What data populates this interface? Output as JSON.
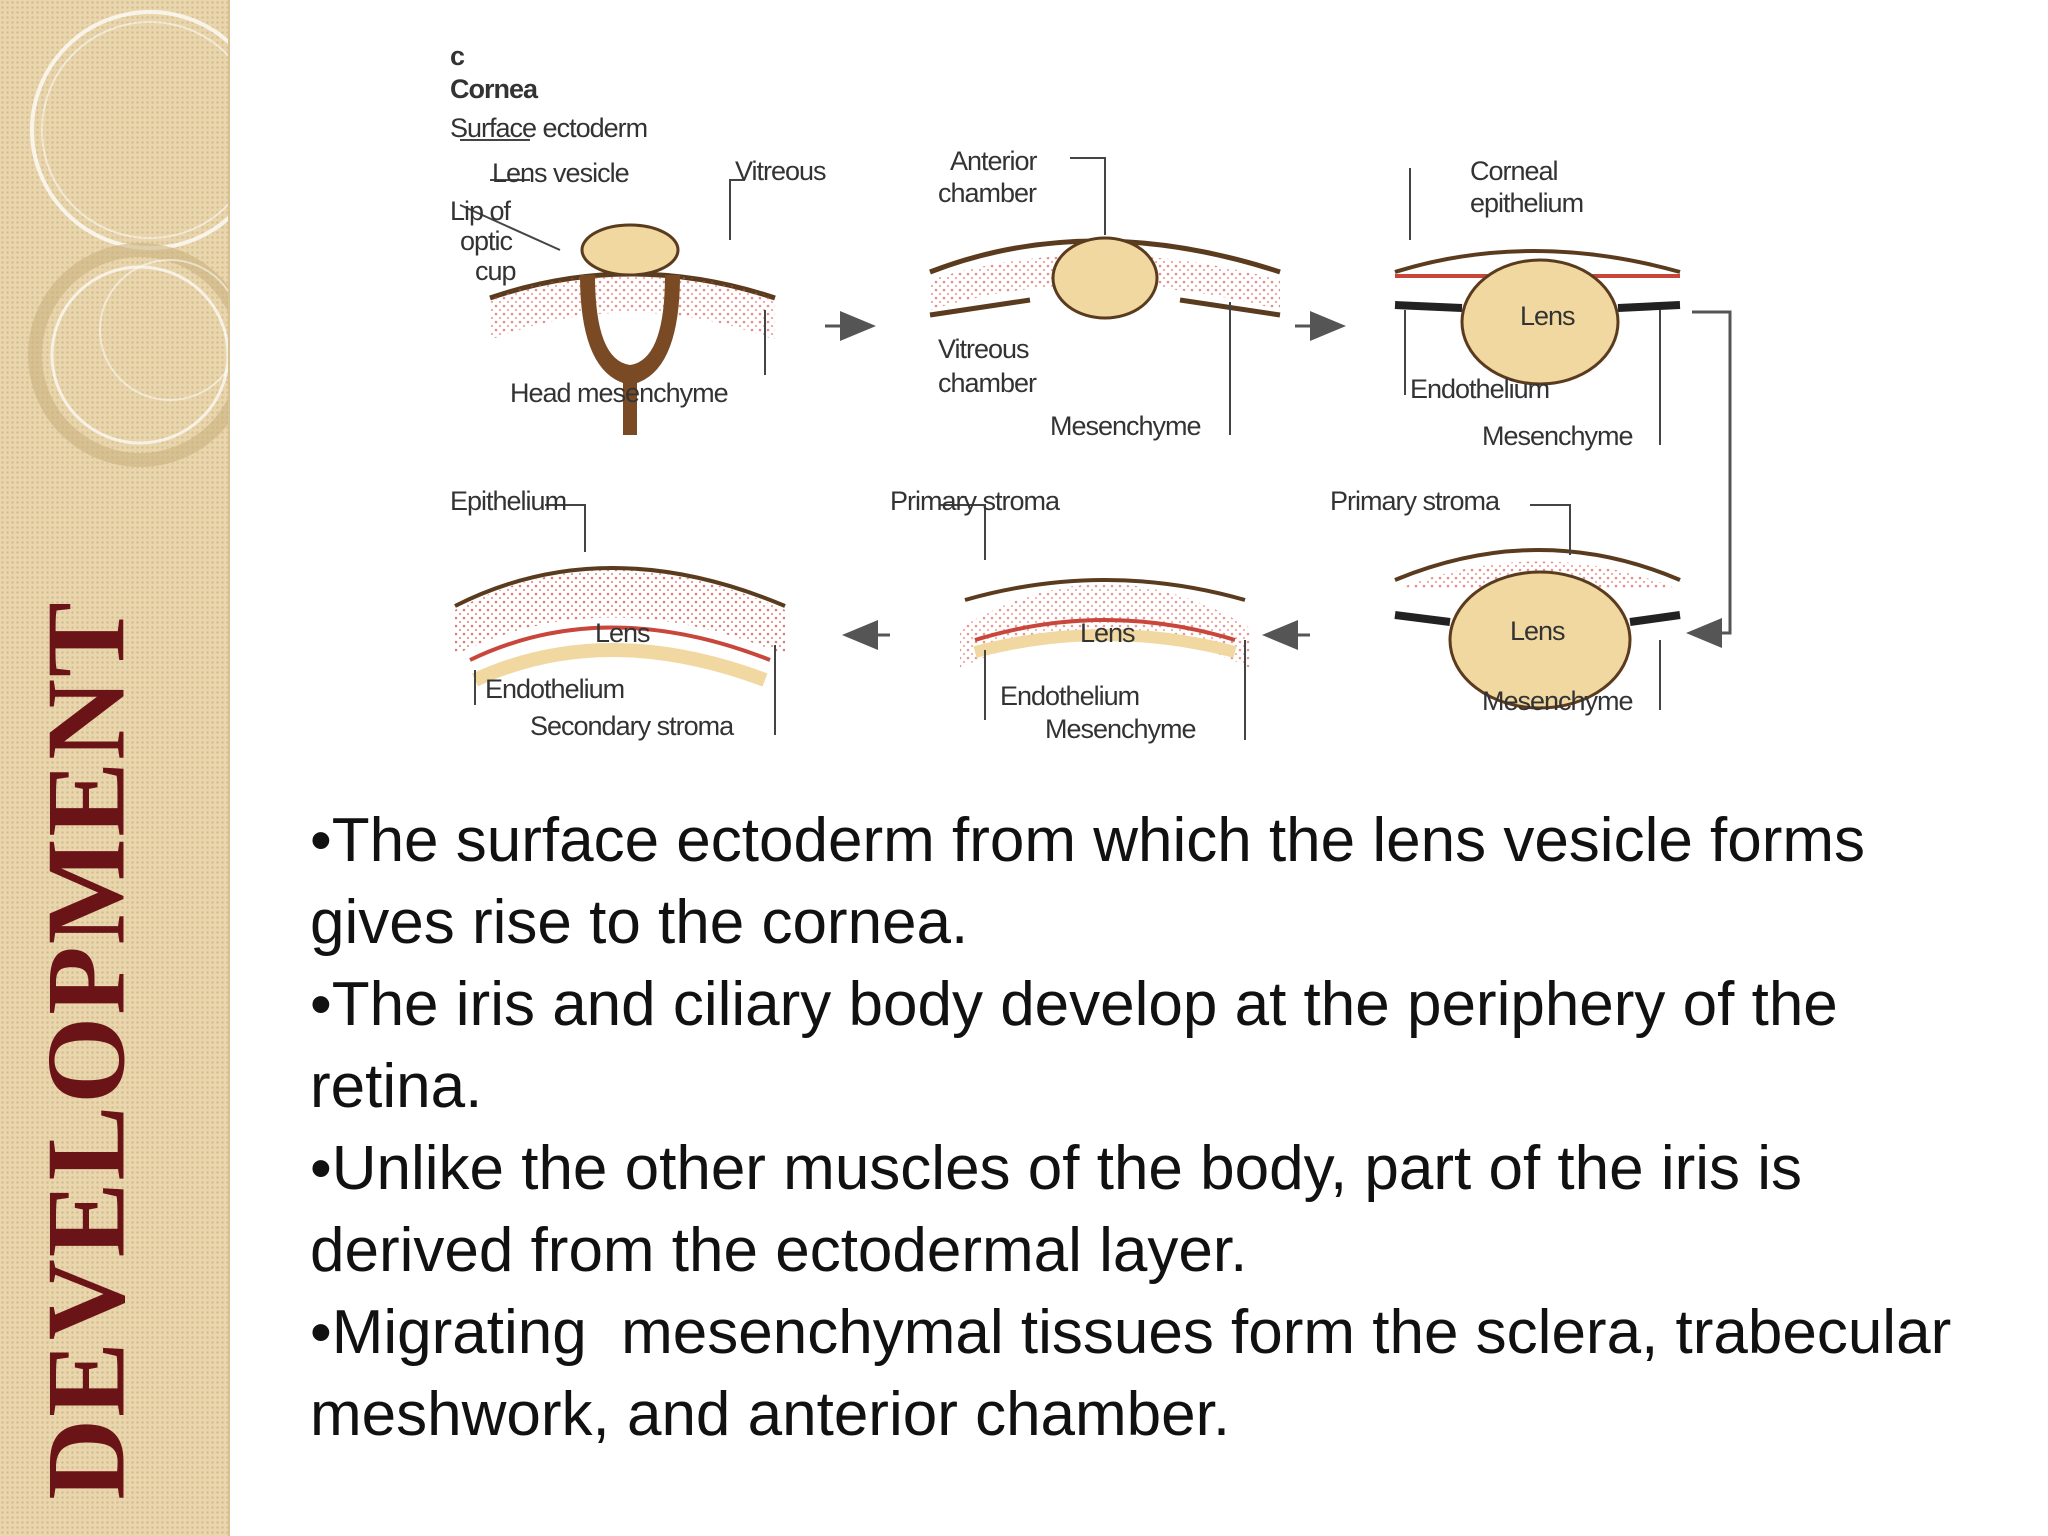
{
  "slide": {
    "title": "DEVELOPMENT",
    "colors": {
      "sidebar": "#e9d6ad",
      "title": "#6b1418",
      "lens": "#f1d8a0",
      "tissue": "#c9463b"
    }
  },
  "diagram": {
    "panel_letter": "c",
    "heading": "Cornea",
    "stages": [
      {
        "labels": [
          "Surface ectoderm",
          "Lens vesicle",
          "Vitreous",
          "Lip of",
          "optic",
          "cup",
          "Head mesenchyme"
        ]
      },
      {
        "labels": [
          "Anterior",
          "chamber",
          "Vitreous",
          "chamber",
          "Mesenchyme"
        ]
      },
      {
        "labels": [
          "Corneal",
          "epithelium",
          "Lens",
          "Endothelium",
          "Mesenchyme"
        ]
      },
      {
        "labels": [
          "Primary stroma",
          "Lens",
          "Mesenchyme"
        ]
      },
      {
        "labels": [
          "Primary stroma",
          "Lens",
          "Endothelium",
          "Mesenchyme"
        ]
      },
      {
        "labels": [
          "Epithelium",
          "Lens",
          "Endothelium",
          "Secondary stroma"
        ]
      }
    ]
  },
  "bullets": [
    "•The surface ectoderm from which the lens vesicle forms gives rise to the cornea.",
    "•The iris and ciliary body develop at the periphery of the retina.",
    "•Unlike the other muscles of the body, part of the iris is derived from the ectodermal layer.",
    "•Migrating  mesenchymal tissues form the sclera, trabecular meshwork, and anterior chamber."
  ]
}
